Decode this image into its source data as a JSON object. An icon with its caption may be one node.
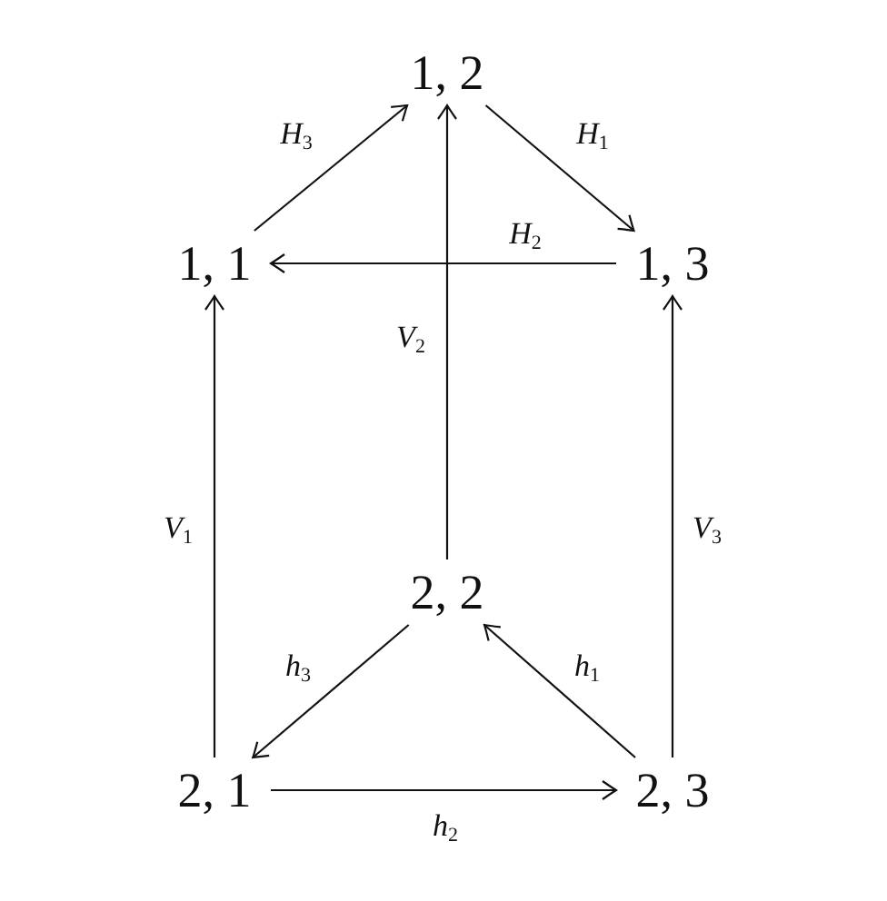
{
  "diagram": {
    "nodes": [
      {
        "text": [
          "1, 2"
        ]
      },
      {
        "text": [
          "1, 1"
        ]
      },
      {
        "text": [
          "1, 3"
        ]
      },
      {
        "text": [
          "2, 2"
        ]
      },
      {
        "text": [
          "2, 1"
        ]
      },
      {
        "text": [
          "2, 3"
        ]
      }
    ],
    "edges": [
      {
        "from": 1,
        "to": 0,
        "arrow": "to",
        "label": "*H*$_{3}$"
      },
      {
        "from": 0,
        "to": 2,
        "arrow": "to",
        "label": "*H*$_{1}$"
      },
      {
        "from": 2,
        "to": 1,
        "arrow": "to",
        "label": "*H*$_{2}$"
      },
      {
        "from": 3,
        "to": 0,
        "arrow": "to",
        "label": "*V*$_{2}$"
      },
      {
        "from": 4,
        "to": 1,
        "arrow": "to",
        "label": "*V*$_{1}$"
      },
      {
        "from": 5,
        "to": 2,
        "arrow": "to",
        "label": "*V*$_{3}$"
      },
      {
        "from": 3,
        "to": 4,
        "arrow": "to",
        "label": "*h*$_{3}$"
      },
      {
        "from": 4,
        "to": 5,
        "arrow": "to",
        "label": "*h*$_{2}$"
      },
      {
        "from": 5,
        "to": 3,
        "arrow": "to",
        "label": "*h*$_{1}$"
      }
    ]
  }
}
